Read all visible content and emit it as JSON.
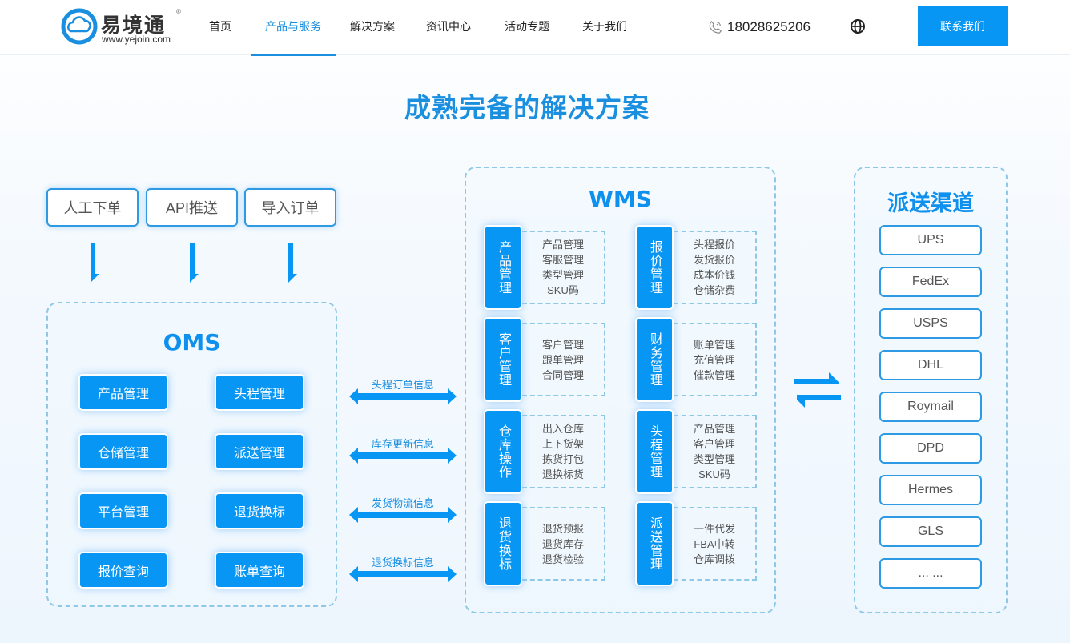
{
  "header": {
    "logo_cn": "易境通",
    "logo_reg": "®",
    "logo_url": "www.yejoin.com",
    "nav": [
      {
        "label": "首页",
        "active": false
      },
      {
        "label": "产品与服务",
        "active": true
      },
      {
        "label": "解决方案",
        "active": false
      },
      {
        "label": "资讯中心",
        "active": false
      },
      {
        "label": "活动专题",
        "active": false
      },
      {
        "label": "关于我们",
        "active": false
      }
    ],
    "phone_icon": "phone-icon",
    "phone": "18028625206",
    "language_icon": "globe-icon",
    "contact_label": "联系我们"
  },
  "colors": {
    "accent": "#0896f5",
    "title_blue": "#1a8fe0",
    "dashed_border": "#8fc7e6"
  },
  "main": {
    "title": "成熟完备的解决方案",
    "order_sources": [
      "人工下单",
      "API推送",
      "导入订单"
    ],
    "oms": {
      "title": "OMS",
      "modules": [
        "产品管理",
        "头程管理",
        "仓储管理",
        "派送管理",
        "平台管理",
        "退货换标",
        "报价查询",
        "账单查询"
      ]
    },
    "flows": [
      "头程订单信息",
      "库存更新信息",
      "发货物流信息",
      "退货换标信息"
    ],
    "wms": {
      "title": "WMS",
      "groups": [
        {
          "tag": "产品管理",
          "items": [
            "产品管理",
            "客服管理",
            "类型管理",
            "SKU码"
          ]
        },
        {
          "tag": "报价管理",
          "items": [
            "头程报价",
            "发货报价",
            "成本价钱",
            "仓储杂费"
          ]
        },
        {
          "tag": "客户管理",
          "items": [
            "客户管理",
            "跟单管理",
            "合同管理"
          ]
        },
        {
          "tag": "财务管理",
          "items": [
            "账单管理",
            "充值管理",
            "催款管理"
          ]
        },
        {
          "tag": "仓库操作",
          "items": [
            "出入仓库",
            "上下货架",
            "拣货打包",
            "退换标货"
          ]
        },
        {
          "tag": "头程管理",
          "items": [
            "产品管理",
            "客户管理",
            "类型管理",
            "SKU码"
          ]
        },
        {
          "tag": "退货换标",
          "items": [
            "退货预报",
            "退货库存",
            "退货检验"
          ]
        },
        {
          "tag": "派送管理",
          "items": [
            "一件代发",
            "FBA中转",
            "仓库调拨"
          ]
        }
      ]
    },
    "channels": {
      "title": "派送渠道",
      "items": [
        "UPS",
        "FedEx",
        "USPS",
        "DHL",
        "Roymail",
        "DPD",
        "Hermes",
        "GLS",
        "... ..."
      ]
    }
  }
}
